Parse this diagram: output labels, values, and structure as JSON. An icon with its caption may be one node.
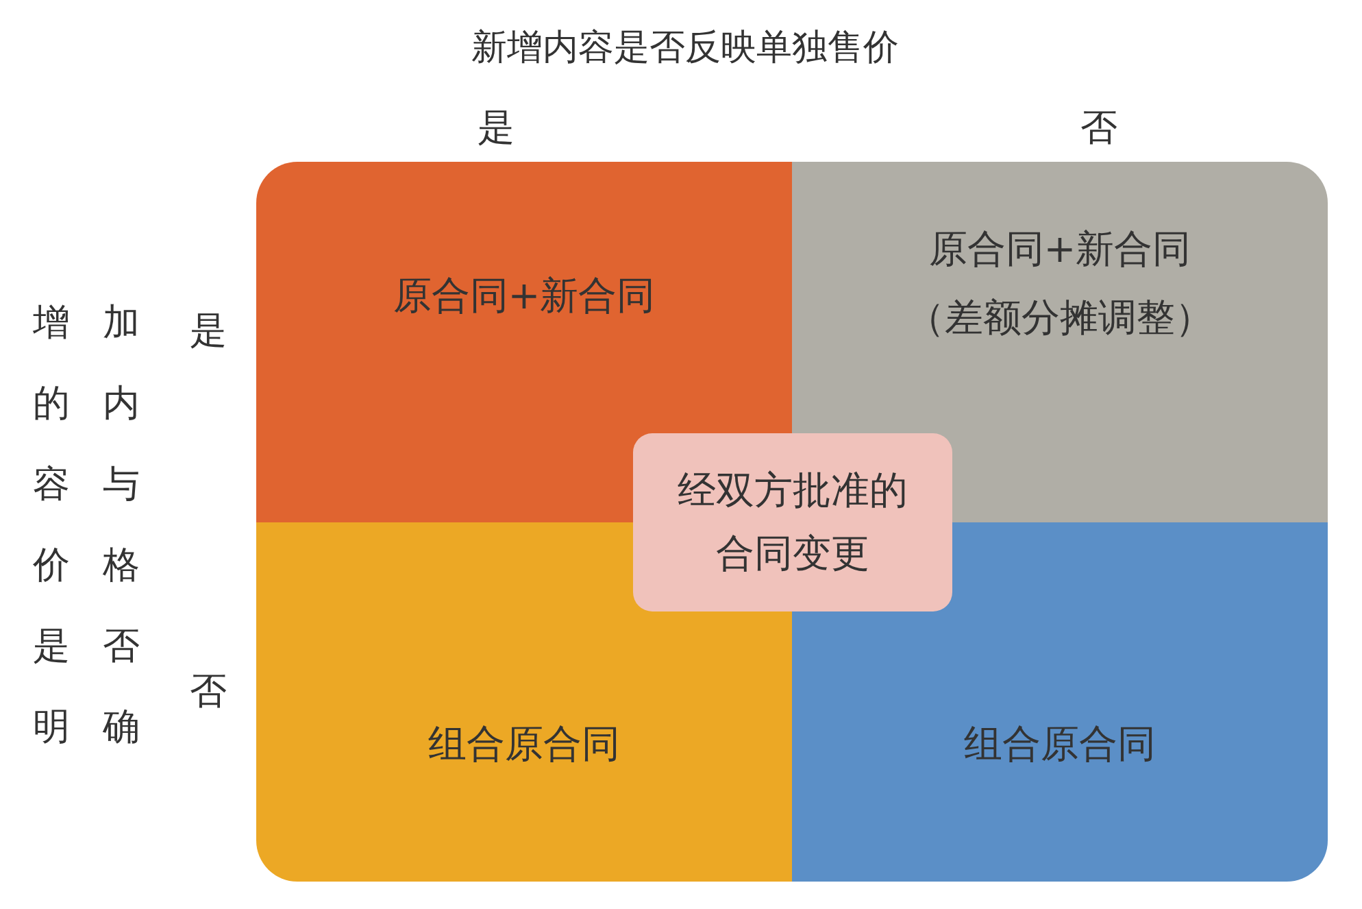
{
  "diagram": {
    "nodes": [
      {
        "text": [
          "原合同+新合同"
        ]
      },
      {
        "text": [
          "原合同+新合同",
          "（差额分摊调整）"
        ]
      },
      {
        "text": [
          "组合原合同"
        ]
      },
      {
        "text": [
          "组合原合同"
        ]
      },
      {
        "text": [
          "经双方批准的合同变更"
        ]
      }
    ],
    "labels": [
      "新增内容是否反映单独售价",
      "是",
      "否",
      "增加的内容与价格是否明确",
      "是",
      "否"
    ]
  }
}
